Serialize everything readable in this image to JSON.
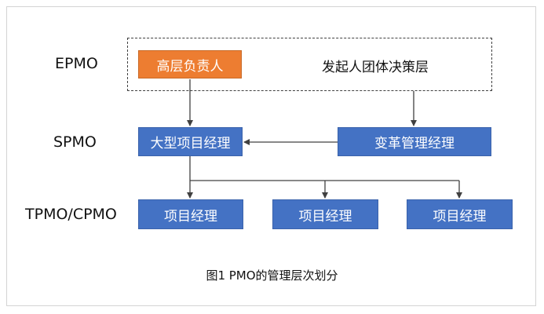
{
  "levels": {
    "epmo": "EPMO",
    "spmo": "SPMO",
    "tpmo": "TPMO/CPMO"
  },
  "epmo_group": {
    "lead_box": "高层负责人",
    "group_text": "发起人团体决策层"
  },
  "spmo_row": {
    "large_pm": "大型项目经理",
    "change_manager": "变革管理经理"
  },
  "tpmo_row": {
    "pm_1": "项目经理",
    "pm_2": "项目经理",
    "pm_3": "项目经理"
  },
  "caption": "图1 PMO的管理层次划分",
  "colors": {
    "orange_box": "#ed7d31",
    "blue_box": "#4472c4",
    "connector": "#404040"
  }
}
